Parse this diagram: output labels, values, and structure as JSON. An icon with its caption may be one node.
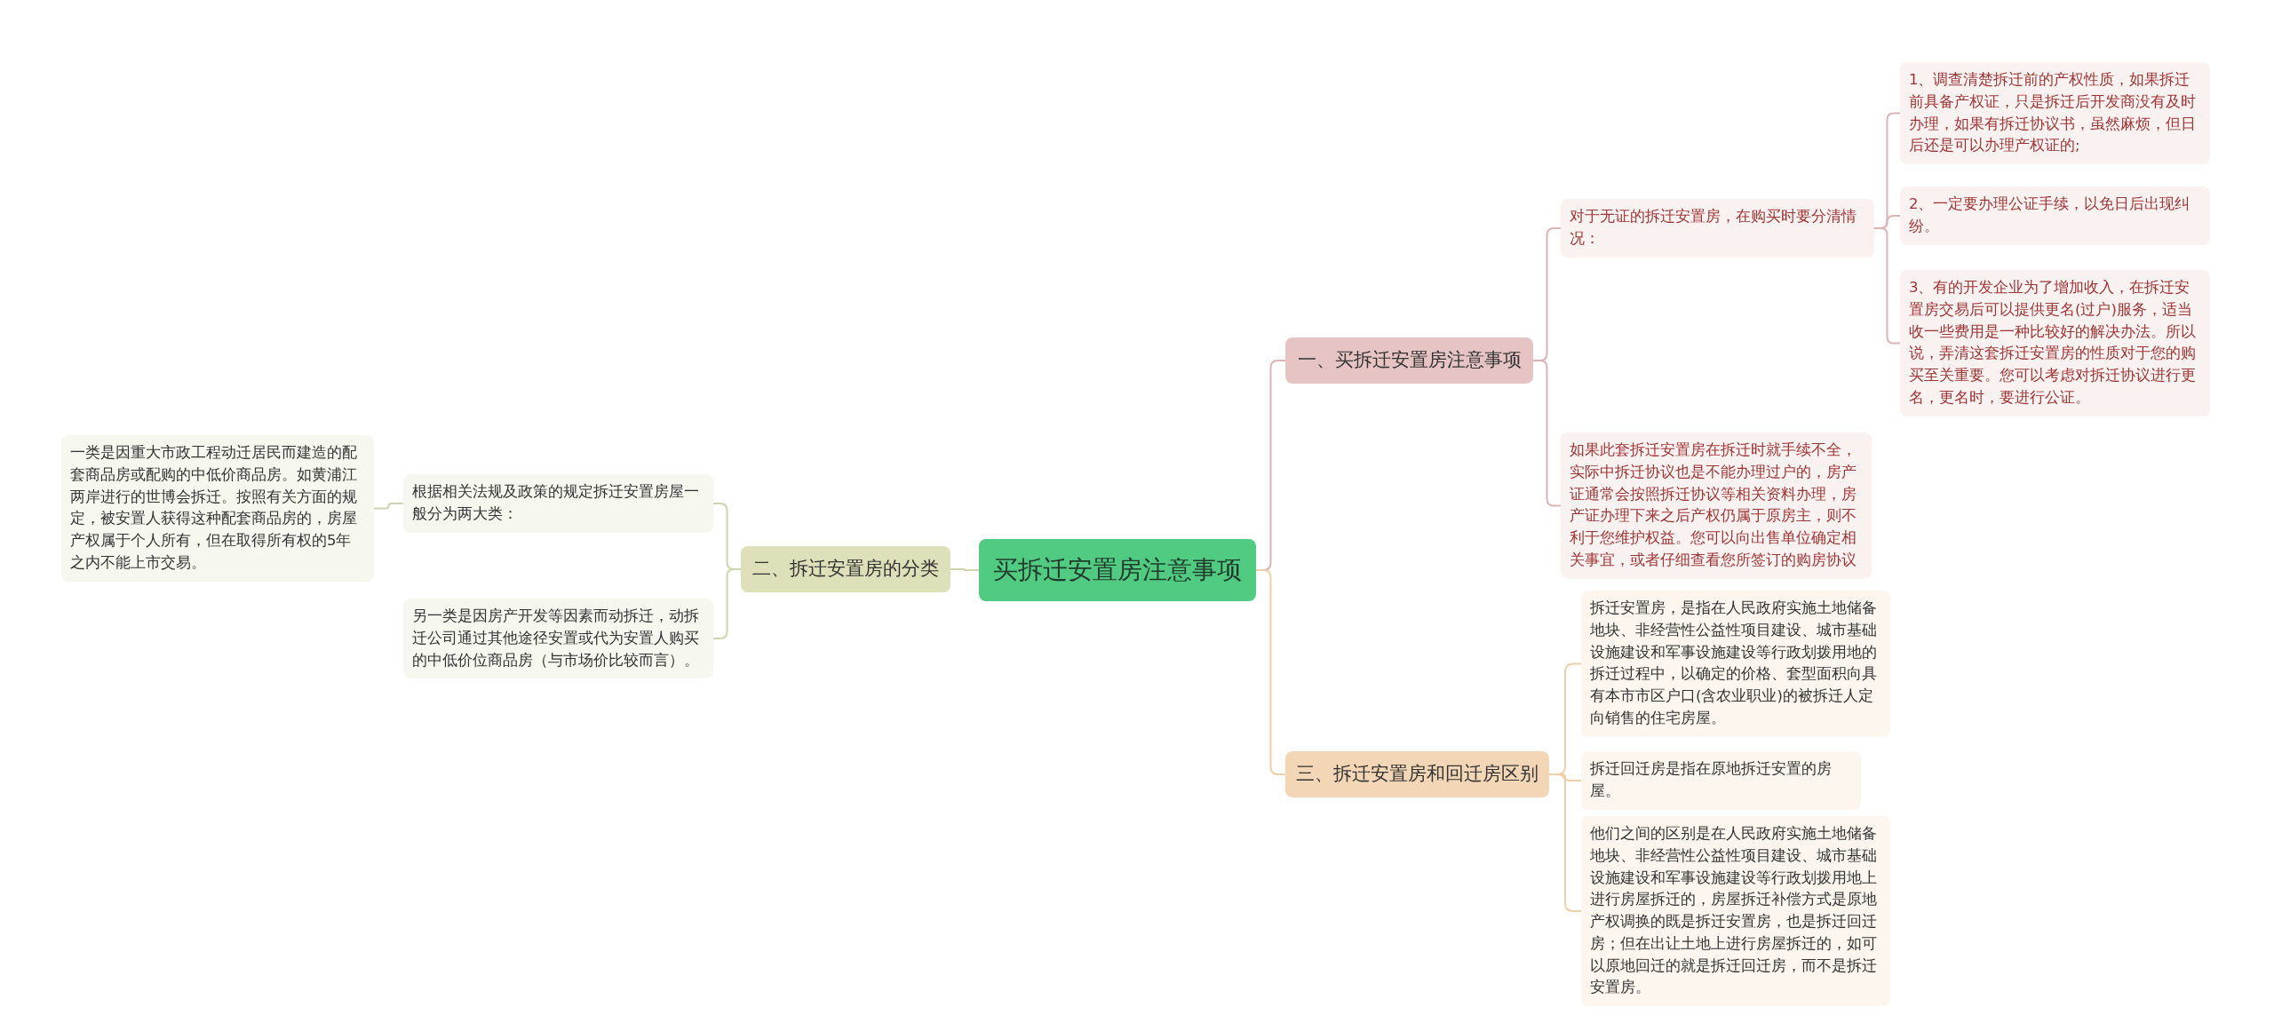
{
  "diagram": {
    "nodes": [
      {
        "text": [
          "买拆迁安置房注意事项"
        ]
      },
      {
        "text": [
          "一、买拆迁安置房注意事项"
        ]
      },
      {
        "text": [
          "对于无证的拆迁安置房，在购买时要分清情况："
        ]
      },
      {
        "text": [
          "1、调查清楚拆迁前的产权性质，如果拆迁前具备产权证，只是拆迁后开发商没有及时办理，如果有拆迁协议书，虽然麻烦，但日后还是可以办理产权证的;"
        ]
      },
      {
        "text": [
          "2、一定要办理公证手续，以免日后出现纠纷。"
        ]
      },
      {
        "text": [
          "3、有的开发企业为了增加收入，在拆迁安置房交易后可以提供更名(过户)服务，适当收一些费用是一种比较好的解决办法。所以说，弄清这套拆迁安置房的性质对于您的购买至关重要。您可以考虑对拆迁协议进行更名，更名时，要进行公证。"
        ]
      },
      {
        "text": [
          "如果此套拆迁安置房在拆迁时就手续不全，实际中拆迁协议也是不能办理过户的，房产证通常会按照拆迁协议等相关资料办理，房产证办理下来之后产权仍属于原房主，则不利于您维护权益。您可以向出售单位确定相关事宜，或者仔细查看您所签订的购房协议"
        ]
      },
      {
        "text": [
          "二、拆迁安置房的分类"
        ]
      },
      {
        "text": [
          "根据相关法规及政策的规定拆迁安置房屋一般分为两大类："
        ]
      },
      {
        "text": [
          "一类是因重大市政工程动迁居民而建造的配套商品房或配购的中低价商品房。如黄浦江两岸进行的世博会拆迁。按照有关方面的规定，被安置人获得这种配套商品房的，房屋产权属于个人所有，但在取得所有权的5年之内不能上市交易。"
        ]
      },
      {
        "text": [
          "另一类是因房产开发等因素而动拆迁，动拆迁公司通过其他途径安置或代为安置人购买的中低价位商品房（与市场价比较而言）。"
        ]
      },
      {
        "text": [
          "三、拆迁安置房和回迁房区别"
        ]
      },
      {
        "text": [
          "拆迁安置房，是指在人民政府实施土地储备地块、非经营性公益性项目建设、城市基础设施建设和军事设施建设等行政划拨用地的拆迁过程中，以确定的价格、套型面积向具有本市市区户口(含农业职业)的被拆迁人定向销售的住宅房屋。"
        ]
      },
      {
        "text": [
          "拆迁回迁房是指在原地拆迁安置的房屋。"
        ]
      },
      {
        "text": [
          "他们之间的区别是在人民政府实施土地储备地块、非经营性公益性项目建设、城市基础设施建设和军事设施建设等行政划拨用地上进行房屋拆迁的，房屋拆迁补偿方式是原地产权调换的既是拆迁安置房，也是拆迁回迁房；但在出让土地上进行房屋拆迁的，如可以原地回迁的就是拆迁回迁房，而不是拆迁安置房。"
        ]
      }
    ],
    "edges": [
      {
        "from": 0,
        "to": 1,
        "arrow": "none",
        "color": "#dcb4b4"
      },
      {
        "from": 1,
        "to": 2,
        "arrow": "none",
        "color": "#dcb4b4"
      },
      {
        "from": 2,
        "to": 3,
        "arrow": "none",
        "color": "#dcb4b4"
      },
      {
        "from": 2,
        "to": 4,
        "arrow": "none",
        "color": "#dcb4b4"
      },
      {
        "from": 2,
        "to": 5,
        "arrow": "none",
        "color": "#dcb4b4"
      },
      {
        "from": 1,
        "to": 6,
        "arrow": "none",
        "color": "#dcb4b4"
      },
      {
        "from": 0,
        "to": 7,
        "arrow": "none",
        "color": "#cdd6ae"
      },
      {
        "from": 7,
        "to": 8,
        "arrow": "none",
        "color": "#cdd6ae"
      },
      {
        "from": 8,
        "to": 9,
        "arrow": "none",
        "color": "#cdd6ae"
      },
      {
        "from": 7,
        "to": 10,
        "arrow": "none",
        "color": "#cdd6ae"
      },
      {
        "from": 0,
        "to": 11,
        "arrow": "none",
        "color": "#efcfa8"
      },
      {
        "from": 11,
        "to": 12,
        "arrow": "none",
        "color": "#efcfa8"
      },
      {
        "from": 11,
        "to": 13,
        "arrow": "none",
        "color": "#efcfa8"
      },
      {
        "from": 11,
        "to": 14,
        "arrow": "none",
        "color": "#efcfa8"
      }
    ]
  }
}
